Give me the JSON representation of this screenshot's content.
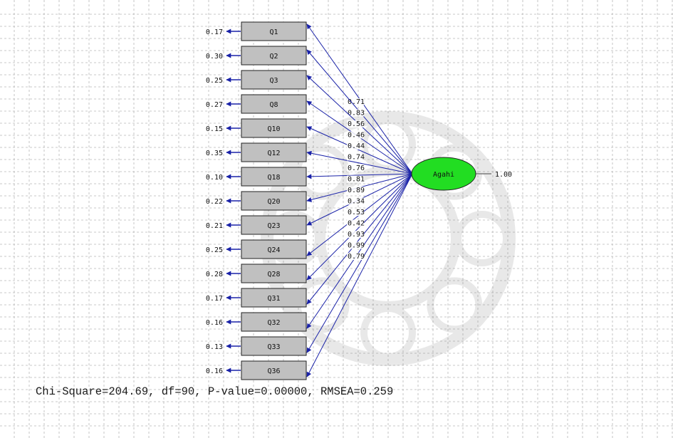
{
  "latent": {
    "label": "Agahi",
    "variance": "1.00",
    "fill": "#22dd22"
  },
  "indicators": [
    {
      "label": "Q1",
      "error": "0.17",
      "loading": "0.71"
    },
    {
      "label": "Q2",
      "error": "0.30",
      "loading": "0.83"
    },
    {
      "label": "Q3",
      "error": "0.25",
      "loading": "0.56"
    },
    {
      "label": "Q8",
      "error": "0.27",
      "loading": "0.46"
    },
    {
      "label": "Q10",
      "error": "0.15",
      "loading": "0.44"
    },
    {
      "label": "Q12",
      "error": "0.35",
      "loading": "0.74"
    },
    {
      "label": "Q18",
      "error": "0.10",
      "loading": "0.76"
    },
    {
      "label": "Q20",
      "error": "0.22",
      "loading": "0.81"
    },
    {
      "label": "Q23",
      "error": "0.21",
      "loading": "0.89"
    },
    {
      "label": "Q24",
      "error": "0.25",
      "loading": "0.34"
    },
    {
      "label": "Q28",
      "error": "0.28",
      "loading": "0.53"
    },
    {
      "label": "Q31",
      "error": "0.17",
      "loading": "0.42"
    },
    {
      "label": "Q32",
      "error": "0.16",
      "loading": "0.93"
    },
    {
      "label": "Q33",
      "error": "0.13",
      "loading": "0.99"
    },
    {
      "label": "Q36",
      "error": "0.16",
      "loading": "0.79"
    }
  ],
  "fit_statistics": "Chi-Square=204.69, df=90, P-value=0.00000, RMSEA=0.259",
  "colors": {
    "arrow": "#1a22a8",
    "box_fill": "#c0c0c0",
    "grid": "#b8b8b8"
  }
}
